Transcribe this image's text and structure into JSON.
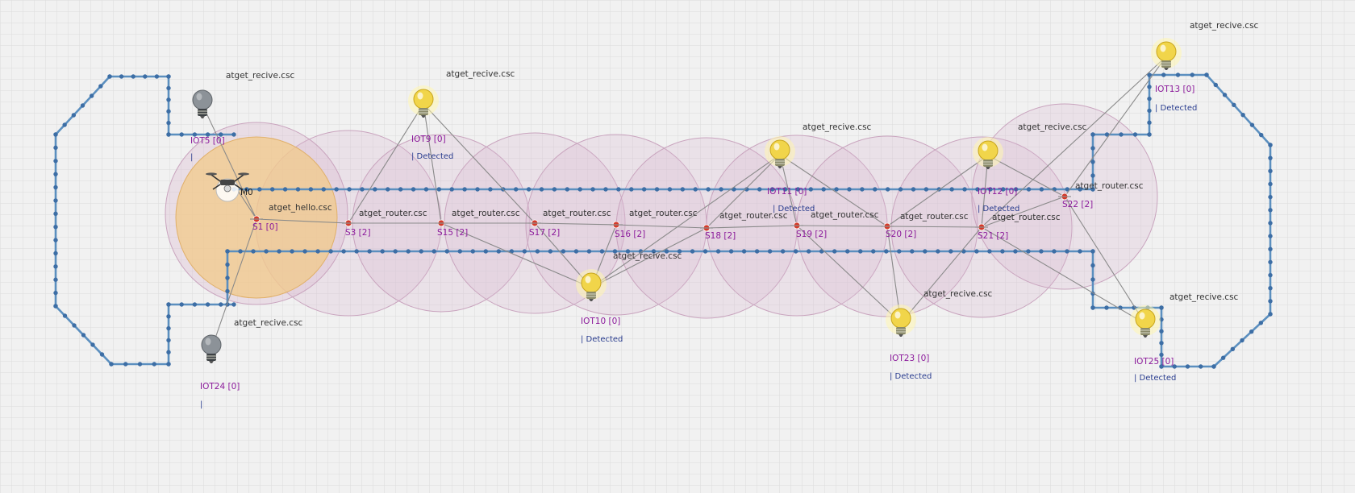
{
  "colors": {
    "background": "#f1f1f1",
    "grid": "#dcdcdc",
    "wall": "#5b8fbf",
    "wall_dot": "#3d6ea5",
    "range_fill": "#d9b7cf",
    "range_stroke": "#c9a4be",
    "sink_range_fill": "#f2c98a",
    "node_label": "#8b1a9b",
    "status": "#2a3d8f",
    "link": "#8a8a8a",
    "sensor": "#d43a2a",
    "bulb_on": "#f1d54a",
    "bulb_off": "#8c9298"
  },
  "drone": {
    "label": "M0",
    "icon": "drone-icon"
  },
  "sensors": [
    {
      "id": "s1",
      "name": "S1 [0]",
      "script": "atget_hello.csc"
    },
    {
      "id": "s3",
      "name": "S3 [2]",
      "script": "atget_router.csc"
    },
    {
      "id": "s15",
      "name": "S15 [2]",
      "script": "atget_router.csc"
    },
    {
      "id": "s17",
      "name": "S17 [2]",
      "script": "atget_router.csc"
    },
    {
      "id": "s16",
      "name": "S16 [2]",
      "script": "atget_router.csc"
    },
    {
      "id": "s18",
      "name": "S18 [2]",
      "script": "atget_router.csc"
    },
    {
      "id": "s19",
      "name": "S19 [2]",
      "script": "atget_router.csc"
    },
    {
      "id": "s20",
      "name": "S20 [2]",
      "script": "atget_router.csc"
    },
    {
      "id": "s21",
      "name": "S21 [2]",
      "script": "atget_router.csc"
    },
    {
      "id": "s22",
      "name": "S22 [2]",
      "script": "atget_router.csc"
    }
  ],
  "iots": [
    {
      "id": "iot5",
      "name": "IOT5 [0]",
      "status": "|",
      "script": "atget_recive.csc",
      "state": "off"
    },
    {
      "id": "iot9",
      "name": "IOT9 [0]",
      "status": "| Detected",
      "script": "atget_recive.csc",
      "state": "on"
    },
    {
      "id": "iot10",
      "name": "IOT10 [0]",
      "status": "| Detected",
      "script": "atget_recive.csc",
      "state": "on"
    },
    {
      "id": "iot11",
      "name": "IOT11 [0]",
      "status": "| Detected",
      "script": "atget_recive.csc",
      "state": "on"
    },
    {
      "id": "iot12",
      "name": "IOT12 [0]",
      "status": "| Detected",
      "script": "atget_recive.csc",
      "state": "on"
    },
    {
      "id": "iot13",
      "name": "IOT13 [0]",
      "status": "| Detected",
      "script": "atget_recive.csc",
      "state": "on"
    },
    {
      "id": "iot23",
      "name": "IOT23 [0]",
      "status": "| Detected",
      "script": "atget_recive.csc",
      "state": "on"
    },
    {
      "id": "iot24",
      "name": "IOT24 [0]",
      "status": "|",
      "script": "atget_recive.csc",
      "state": "off"
    },
    {
      "id": "iot25",
      "name": "IOT25 [0]",
      "status": "| Detected",
      "script": "atget_recive.csc",
      "state": "on"
    }
  ],
  "links": [
    [
      "s1",
      "s3"
    ],
    [
      "s3",
      "s15"
    ],
    [
      "s15",
      "s17"
    ],
    [
      "s17",
      "s16"
    ],
    [
      "s16",
      "s18"
    ],
    [
      "s18",
      "s19"
    ],
    [
      "s19",
      "s20"
    ],
    [
      "s20",
      "s21"
    ],
    [
      "s21",
      "s22"
    ],
    [
      "s1",
      "iot5"
    ],
    [
      "s1",
      "iot24"
    ],
    [
      "s1",
      "drone"
    ],
    [
      "s3",
      "iot9"
    ],
    [
      "iot9",
      "s15"
    ],
    [
      "iot9",
      "s17"
    ],
    [
      "s15",
      "iot10"
    ],
    [
      "s17",
      "iot10"
    ],
    [
      "iot10",
      "s16"
    ],
    [
      "iot10",
      "s18"
    ],
    [
      "iot10",
      "iot11"
    ],
    [
      "iot11",
      "s18"
    ],
    [
      "iot11",
      "s19"
    ],
    [
      "iot11",
      "s20"
    ],
    [
      "iot12",
      "s20"
    ],
    [
      "iot12",
      "s21"
    ],
    [
      "iot12",
      "s22"
    ],
    [
      "s19",
      "iot23"
    ],
    [
      "s20",
      "iot23"
    ],
    [
      "s21",
      "iot23"
    ],
    [
      "s21",
      "iot13"
    ],
    [
      "s22",
      "iot13"
    ],
    [
      "s22",
      "iot25"
    ],
    [
      "s21",
      "iot25"
    ]
  ]
}
